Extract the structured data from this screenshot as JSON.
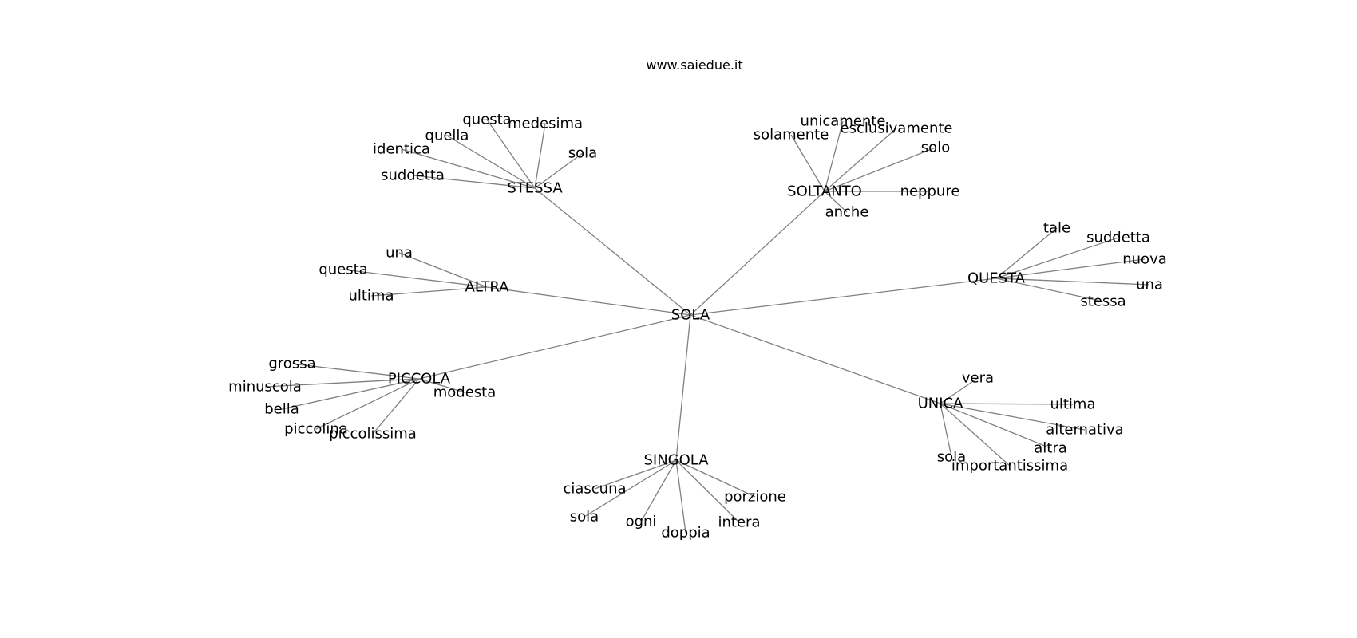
{
  "site": "www.saiedue.it",
  "graph": {
    "center": "SOLA",
    "hubs": [
      {
        "label": "STESSA",
        "leaves": [
          "questa",
          "medesima",
          "quella",
          "identica",
          "sola",
          "suddetta"
        ]
      },
      {
        "label": "SOLTANTO",
        "leaves": [
          "unicamente",
          "solamente",
          "esclusivamente",
          "solo",
          "neppure",
          "anche"
        ]
      },
      {
        "label": "ALTRA",
        "leaves": [
          "una",
          "questa",
          "ultima"
        ]
      },
      {
        "label": "QUESTA",
        "leaves": [
          "tale",
          "suddetta",
          "nuova",
          "una",
          "stessa"
        ]
      },
      {
        "label": "PICCOLA",
        "leaves": [
          "grossa",
          "minuscola",
          "modesta",
          "bella",
          "piccolina",
          "piccolissima"
        ]
      },
      {
        "label": "UNICA",
        "leaves": [
          "vera",
          "ultima",
          "alternativa",
          "altra",
          "sola",
          "importantissima"
        ]
      },
      {
        "label": "SINGOLA",
        "leaves": [
          "ciascuna",
          "porzione",
          "sola",
          "ogni",
          "intera",
          "doppia"
        ]
      }
    ]
  }
}
